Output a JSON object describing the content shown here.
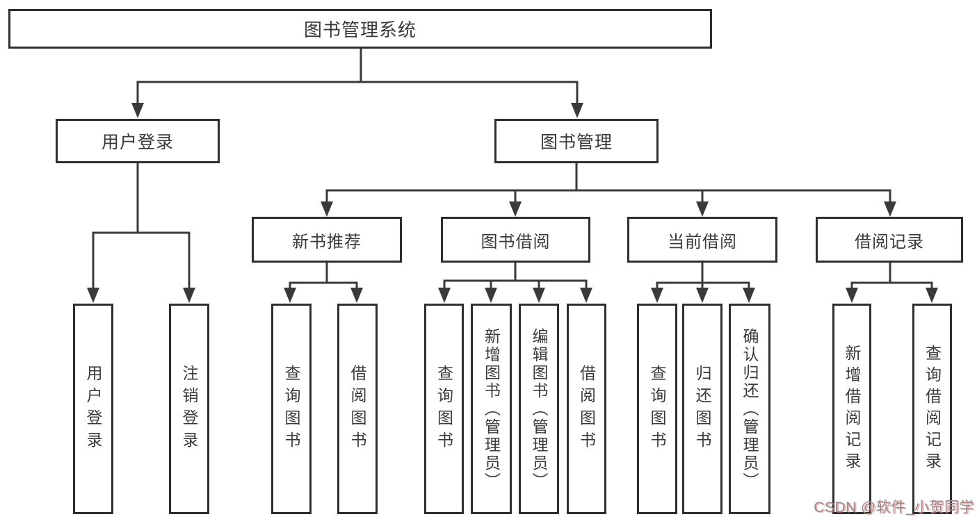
{
  "tree": {
    "root": {
      "label": "图书管理系统"
    },
    "branches": [
      {
        "label": "用户登录",
        "children": [
          {
            "label": "用户登录"
          },
          {
            "label": "注销登录"
          }
        ]
      },
      {
        "label": "图书管理",
        "children": [
          {
            "label": "新书推荐",
            "children": [
              {
                "label": "查询图书"
              },
              {
                "label": "借阅图书"
              }
            ]
          },
          {
            "label": "图书借阅",
            "children": [
              {
                "label": "查询图书"
              },
              {
                "label": "新增图书（管理员）"
              },
              {
                "label": "编辑图书（管理员）"
              },
              {
                "label": "借阅图书"
              }
            ]
          },
          {
            "label": "当前借阅",
            "children": [
              {
                "label": "查询图书"
              },
              {
                "label": "归还图书"
              },
              {
                "label": "确认归还（管理员）"
              }
            ]
          },
          {
            "label": "借阅记录",
            "children": [
              {
                "label": "新增借阅记录"
              },
              {
                "label": "查询借阅记录"
              }
            ]
          }
        ]
      }
    ]
  },
  "watermark": {
    "text": "CSDN @软件_小贺同学"
  },
  "colors": {
    "line": "#3a3a3a",
    "box_border": "#2e2e2e",
    "text": "#3a3a3a",
    "background": "#ffffff",
    "watermark_text": "#8f8f8f",
    "watermark_shadow": "#f46a6a"
  }
}
